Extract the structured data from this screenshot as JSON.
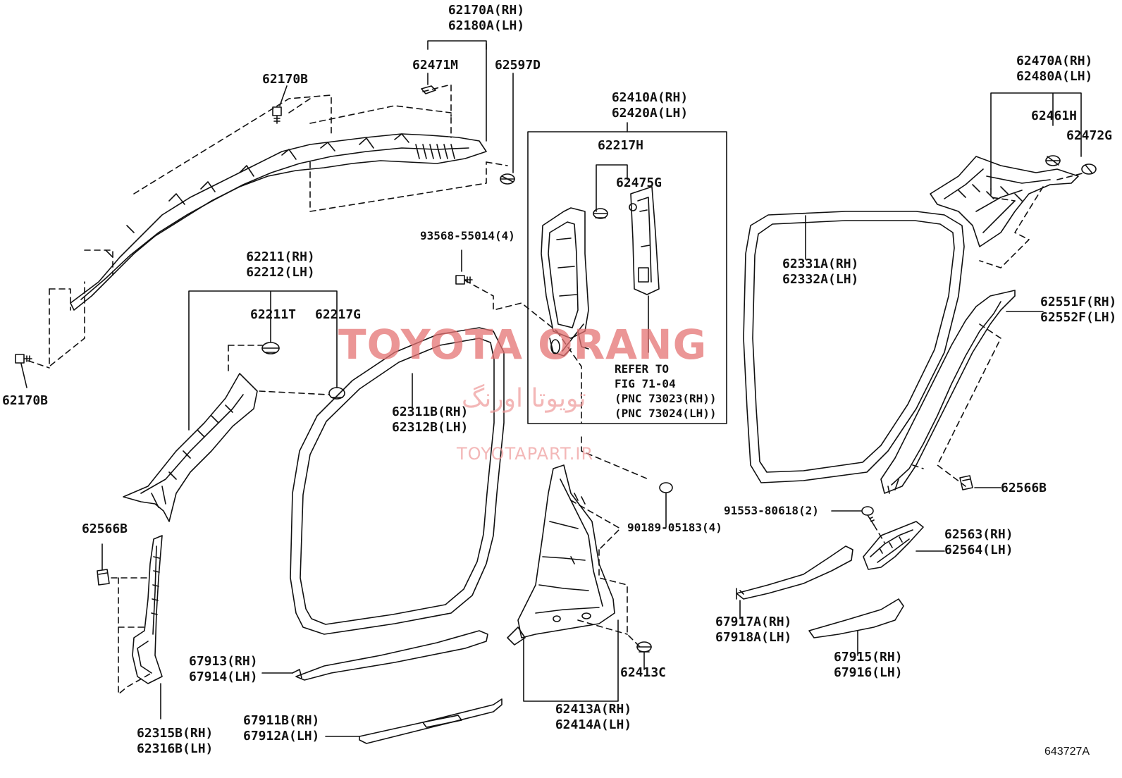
{
  "colors": {
    "line": "#111111",
    "watermark": "#e57373",
    "watermark_light": "#ef9a9a"
  },
  "watermark": {
    "brand": "TOYOTA ORANG",
    "persian": "تویوتا اورنگ",
    "site": "TOYOTAPART.IR"
  },
  "figure_code": "643727A",
  "labels": {
    "l62170A": [
      "62170A(RH)",
      "62180A(LH)"
    ],
    "l62471M": "62471M",
    "l62597D": "62597D",
    "l62170B_top": "62170B",
    "l62170B_left": "62170B",
    "l62410A": [
      "62410A(RH)",
      "62420A(LH)"
    ],
    "l62217H": "62217H",
    "l62475G": "62475G",
    "l93568": "93568-55014(4)",
    "l62211": [
      "62211(RH)",
      "62212(LH)"
    ],
    "l62211T": "62211T",
    "l62217G": "62217G",
    "refer": [
      "REFER TO",
      "FIG 71-04",
      "(PNC 73023(RH))",
      "(PNC 73024(LH))"
    ],
    "l62311B": [
      "62311B(RH)",
      "62312B(LH)"
    ],
    "l62331A": [
      "62331A(RH)",
      "62332A(LH)"
    ],
    "l62470A": [
      "62470A(RH)",
      "62480A(LH)"
    ],
    "l62461H": "62461H",
    "l62472G": "62472G",
    "l62551F": [
      "62551F(RH)",
      "62552F(LH)"
    ],
    "l62566B_r": "62566B",
    "l62566B_l": "62566B",
    "l91553": "91553-80618(2)",
    "l90189": "90189-05183(4)",
    "l62563": [
      "62563(RH)",
      "62564(LH)"
    ],
    "l67917A": [
      "67917A(RH)",
      "67918A(LH)"
    ],
    "l67915": [
      "67915(RH)",
      "67916(LH)"
    ],
    "l67913": [
      "67913(RH)",
      "67914(LH)"
    ],
    "l62413C": "62413C",
    "l62413A": [
      "62413A(RH)",
      "62414A(LH)"
    ],
    "l67911B": [
      "67911B(RH)",
      "67912A(LH)"
    ],
    "l62315B": [
      "62315B(RH)",
      "62316B(LH)"
    ]
  }
}
